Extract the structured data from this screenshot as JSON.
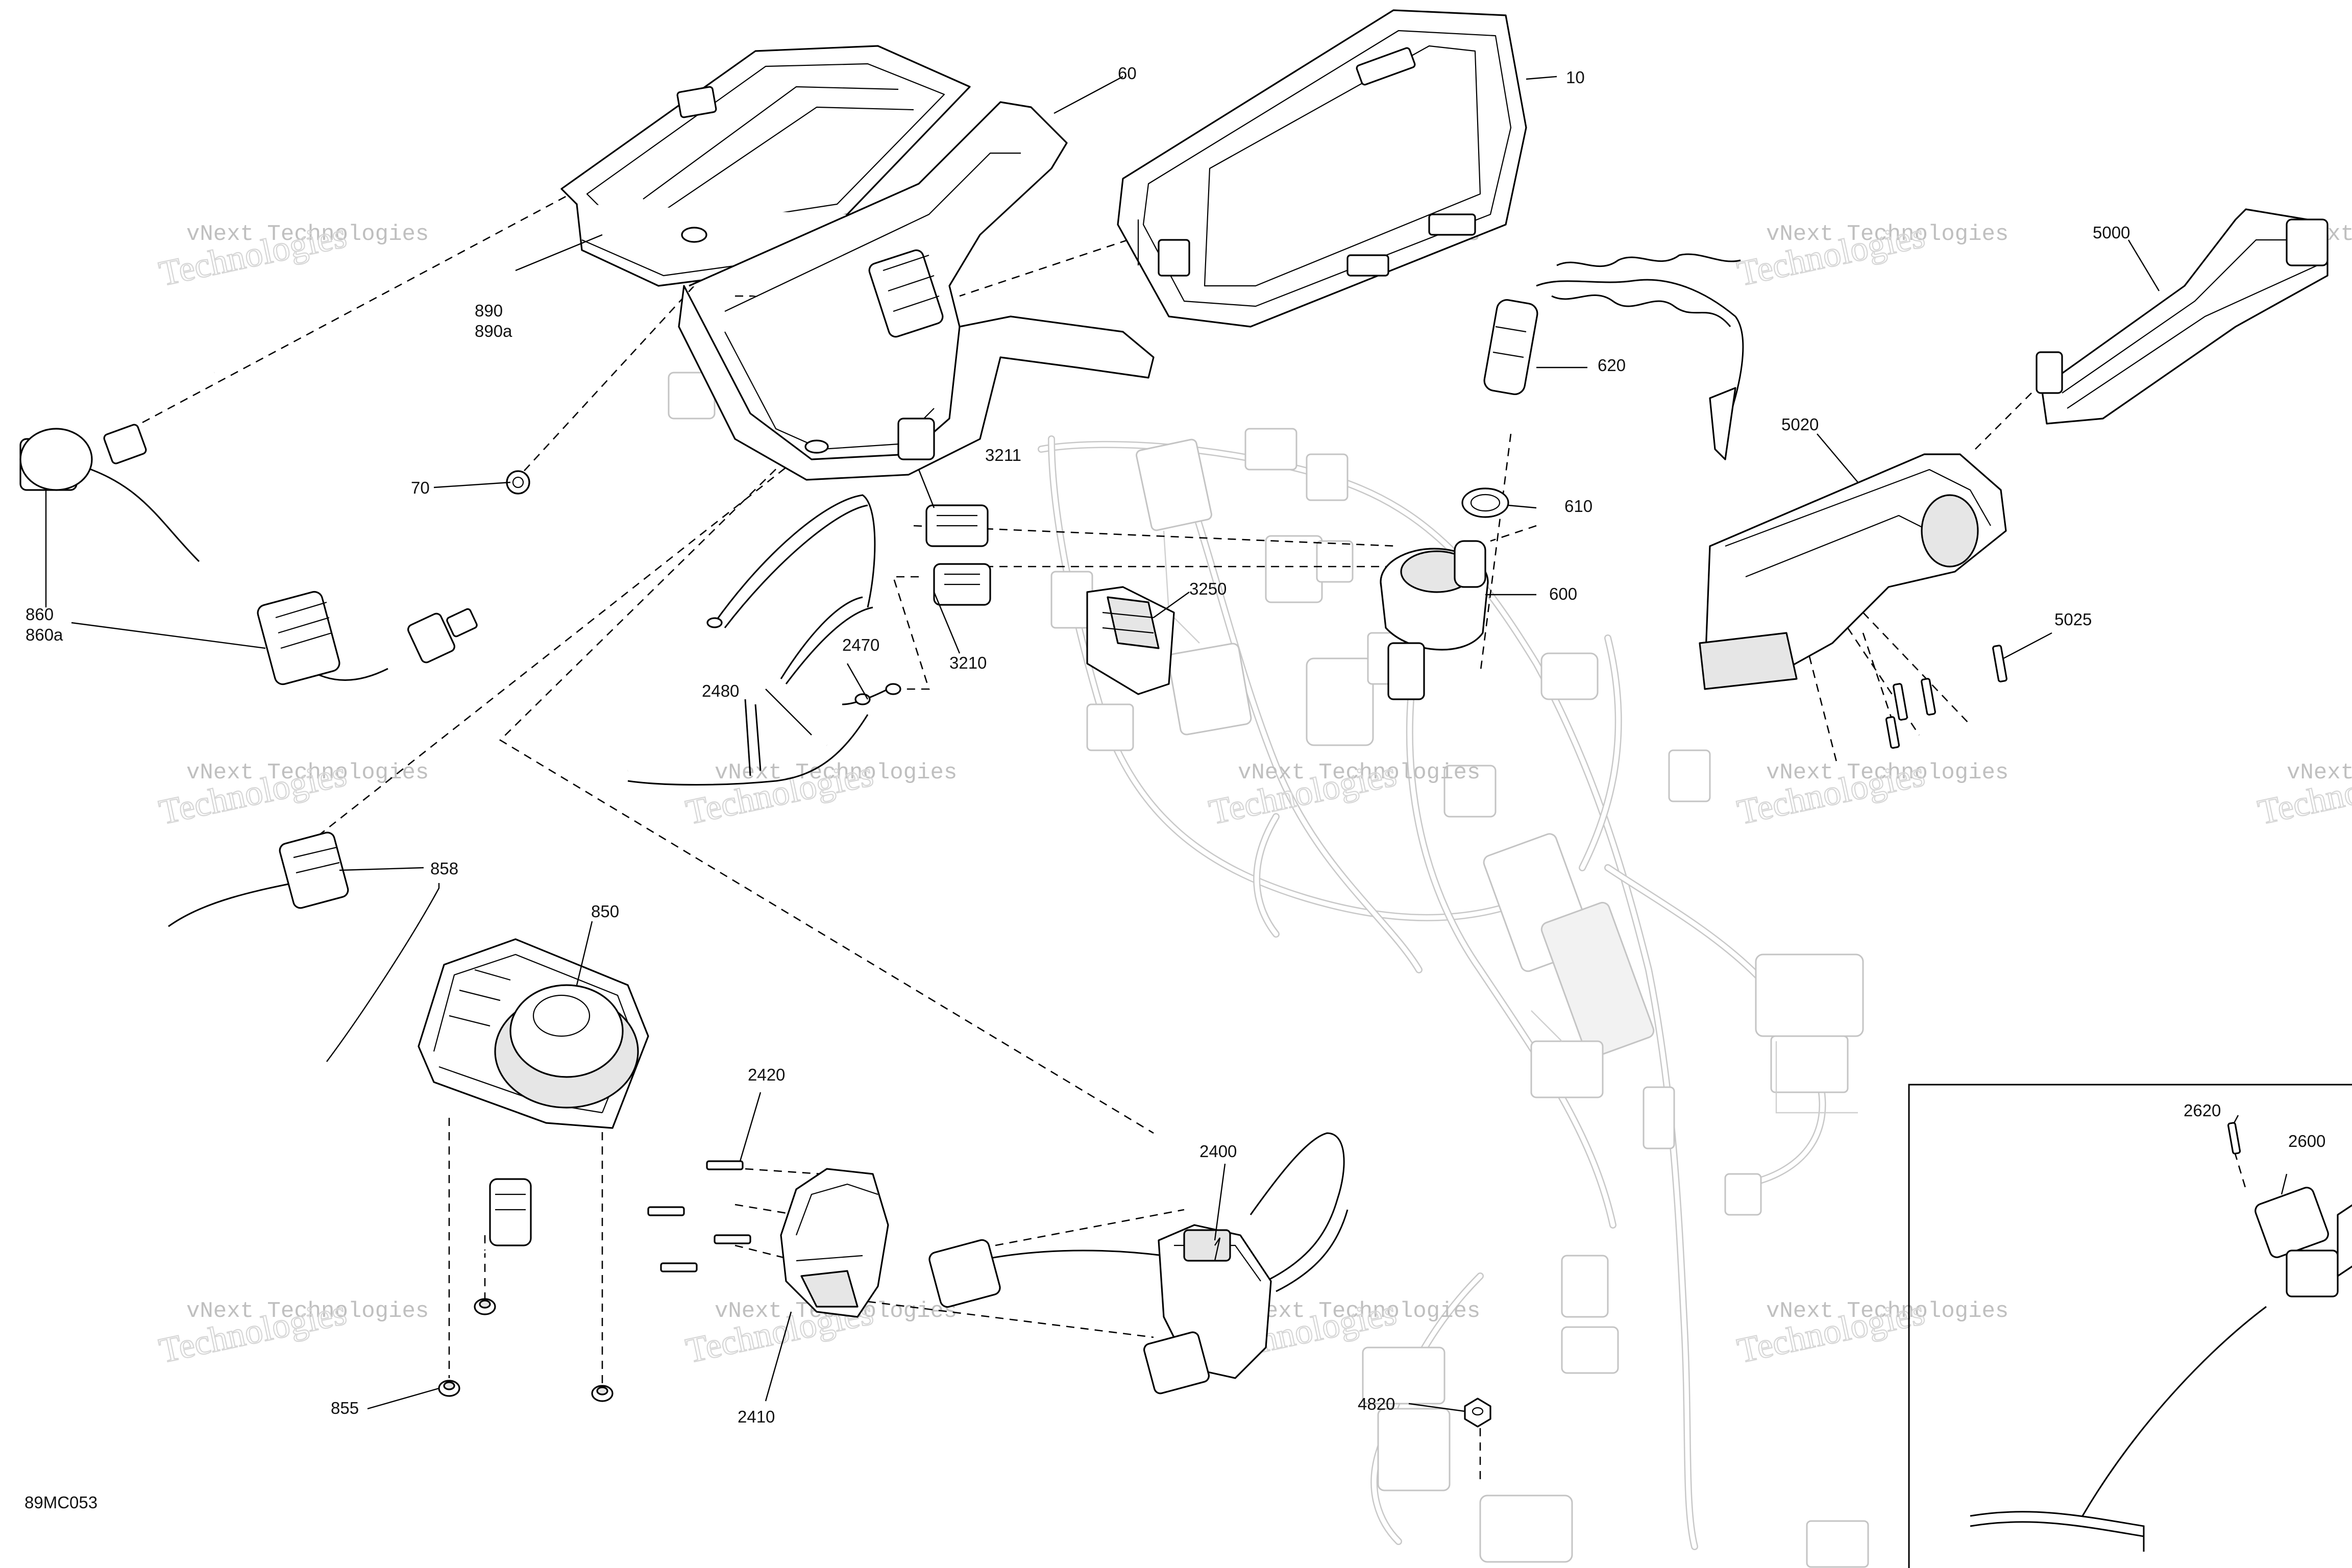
{
  "figure_code": "89MC053",
  "watermark": {
    "line1": "vNext Technologies",
    "line2": "Technologies"
  },
  "parts": {
    "p10": "10",
    "p60": "60",
    "p70": "70",
    "p610": "610",
    "p600": "600",
    "p620": "620",
    "p850": "850",
    "p855": "855",
    "p858": "858",
    "p860": "860",
    "p860a": "860a",
    "p890": "890",
    "p890a": "890a",
    "p2400": "2400",
    "p2410": "2410",
    "p2420": "2420",
    "p2470": "2470",
    "p2480": "2480",
    "p2600": "2600",
    "p2620": "2620",
    "p3210": "3210",
    "p3211": "3211",
    "p3250": "3250",
    "p4820": "4820",
    "p5000": "5000",
    "p5020": "5020",
    "p5025": "5025"
  }
}
